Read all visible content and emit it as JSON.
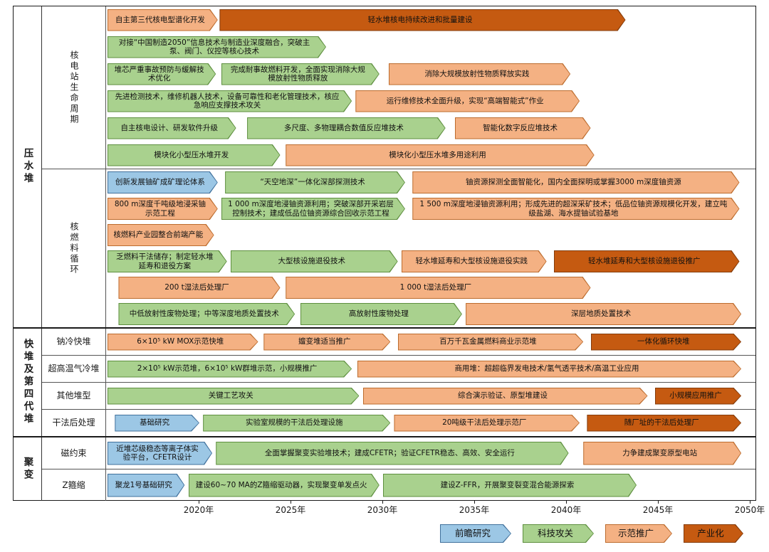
{
  "colors": {
    "research": {
      "fill": "#9CC7E5",
      "border": "#41719C"
    },
    "tech": {
      "fill": "#A9D18E",
      "border": "#5E8F3F"
    },
    "demo": {
      "fill": "#F4B183",
      "border": "#BC6C2E"
    },
    "industry": {
      "fill": "#C55A11",
      "border": "#843C0C"
    }
  },
  "legend": {
    "items": [
      {
        "label": "前瞻研究",
        "type": "research"
      },
      {
        "label": "科技攻关",
        "type": "tech"
      },
      {
        "label": "示范推广",
        "type": "demo"
      },
      {
        "label": "产业化",
        "type": "industry"
      }
    ]
  },
  "axis": {
    "ticks": [
      {
        "label": "2020年",
        "year": 2020
      },
      {
        "label": "2025年",
        "year": 2025
      },
      {
        "label": "2030年",
        "year": 2030
      },
      {
        "label": "2035年",
        "year": 2035
      },
      {
        "label": "2040年",
        "year": 2040
      },
      {
        "label": "2045年",
        "year": 2045
      },
      {
        "label": "2050年",
        "year": 2050
      }
    ]
  },
  "sections": [
    {
      "label": "压水堆",
      "subsections": [
        {
          "label": "核电站生命周期",
          "vertical": true,
          "rows": [
            [
              {
                "type": "demo",
                "start": 2015,
                "end": 2021,
                "text": "自主第三代核电型谱化开发"
              },
              {
                "type": "industry",
                "start": 2021.1,
                "end": 2043.2,
                "text": "轻水堆核电持续改进和批量建设"
              }
            ],
            [
              {
                "type": "tech",
                "start": 2015,
                "end": 2026.9,
                "text": "对接“中国制造2050”信息技术与制造业深度融合，突破主泵、阀门、仪控等核心技术"
              }
            ],
            [
              {
                "type": "tech",
                "start": 2015,
                "end": 2020.9,
                "text": "堆芯严重事故预防与缓解技术优化"
              },
              {
                "type": "tech",
                "start": 2021.2,
                "end": 2029.8,
                "text": "完成耐事故燃料开发，全面实现消除大规模放射性物质释放"
              },
              {
                "type": "demo",
                "start": 2030.3,
                "end": 2040.2,
                "text": "消除大规模放射性物质释放实践"
              }
            ],
            [
              {
                "type": "tech",
                "start": 2015,
                "end": 2028.3,
                "text": "先进检测技术，维修机器人技术，设备可靠性和老化管理技术，核应急响应支撑技术攻关"
              },
              {
                "type": "demo",
                "start": 2028.5,
                "end": 2040.7,
                "text": "运行维修技术全面升级，实现“高端智能式”作业"
              }
            ],
            [
              {
                "type": "tech",
                "start": 2015,
                "end": 2022,
                "text": "自主核电设计、研发软件升级"
              },
              {
                "type": "tech",
                "start": 2022.6,
                "end": 2033.4,
                "text": "多尺度、多物理耦合数值反应堆技术"
              },
              {
                "type": "demo",
                "start": 2033.9,
                "end": 2041.3,
                "text": "智能化数字反应堆技术"
              }
            ],
            [
              {
                "type": "tech",
                "start": 2015,
                "end": 2024.4,
                "text": "模块化小型压水堆开发"
              },
              {
                "type": "demo",
                "start": 2024.7,
                "end": 2041.5,
                "text": "模块化小型压水堆多用途利用"
              }
            ]
          ]
        },
        {
          "label": "核燃料循环",
          "vertical": true,
          "rows": [
            [
              {
                "type": "research",
                "start": 2015,
                "end": 2021,
                "text": "创新发展铀矿成矿理论体系"
              },
              {
                "type": "tech",
                "start": 2021.4,
                "end": 2031.2,
                "text": "“天空地深”一体化深部探测技术"
              },
              {
                "type": "demo",
                "start": 2031.6,
                "end": 2049.4,
                "text": "铀资源探测全面智能化，国内全面探明或掌握3000 m深度铀资源"
              }
            ],
            [
              {
                "type": "demo",
                "start": 2015,
                "end": 2021,
                "text": "800 m深度千吨级地浸采铀示范工程"
              },
              {
                "type": "tech",
                "start": 2021.2,
                "end": 2031.2,
                "text": "1 000 m深度地浸铀资源利用；突破深部开采岩层控制技术；建成低品位铀资源综合回收示范工程"
              },
              {
                "type": "demo",
                "start": 2031.6,
                "end": 2049.4,
                "text": "1 500 m深度地浸铀资源利用；形成先进的超深采矿技术；低品位铀资源规模化开发，建立吨级盐湖、海水提铀试验基地"
              }
            ],
            [
              {
                "type": "demo",
                "start": 2015,
                "end": 2020.8,
                "text": "核燃料产业园整合前端产能"
              }
            ],
            [
              {
                "type": "tech",
                "start": 2015,
                "end": 2021.5,
                "text": "乏燃料干法储存；制定轻水堆延寿和退役方案"
              },
              {
                "type": "tech",
                "start": 2021.7,
                "end": 2030.8,
                "text": "大型核设施退役技术"
              },
              {
                "type": "demo",
                "start": 2031,
                "end": 2038.9,
                "text": "轻水堆延寿和大型核设施退役实践"
              },
              {
                "type": "industry",
                "start": 2039.3,
                "end": 2049.4,
                "text": "轻水堆延寿和大型核设施退役推广"
              }
            ],
            [
              {
                "type": "demo",
                "start": 2015.6,
                "end": 2024.4,
                "text": "200 t湿法后处理厂"
              },
              {
                "type": "demo",
                "start": 2024.7,
                "end": 2041.3,
                "text": "1 000 t湿法后处理厂"
              }
            ],
            [
              {
                "type": "tech",
                "start": 2015.6,
                "end": 2025.2,
                "text": "中低放射性废物处理；中等深度地质处置技术"
              },
              {
                "type": "tech",
                "start": 2025.5,
                "end": 2034.3,
                "text": "高放射性废物处理"
              },
              {
                "type": "demo",
                "start": 2034.5,
                "end": 2049.5,
                "text": "深层地质处置技术"
              }
            ]
          ]
        }
      ]
    },
    {
      "label": "快堆及第四代堆",
      "subsections": [
        {
          "label": "钠冷快堆",
          "vertical": false,
          "rows": [
            [
              {
                "type": "demo",
                "start": 2015,
                "end": 2023.2,
                "text": "6×10⁵ kW MOX示范快堆"
              },
              {
                "type": "demo",
                "start": 2023.5,
                "end": 2030.4,
                "text": "嬗变堆适当推广"
              },
              {
                "type": "demo",
                "start": 2030.8,
                "end": 2040.9,
                "text": "百万千瓦金属燃料商业示范堆"
              },
              {
                "type": "industry",
                "start": 2041.3,
                "end": 2049.5,
                "text": "一体化循环快堆"
              }
            ]
          ]
        },
        {
          "label": "超高温气冷堆",
          "vertical": false,
          "rows": [
            [
              {
                "type": "tech",
                "start": 2015,
                "end": 2028.3,
                "text": "2×10⁵ kW示范堆，6×10⁵ kW群堆示范，小规模推广"
              },
              {
                "type": "demo",
                "start": 2028.6,
                "end": 2049.5,
                "text": "商用堆：超超临界发电技术/氢气透平技术/高温工业应用"
              }
            ]
          ]
        },
        {
          "label": "其他堆型",
          "vertical": false,
          "rows": [
            [
              {
                "type": "tech",
                "start": 2015,
                "end": 2028.7,
                "text": "关键工艺攻关"
              },
              {
                "type": "demo",
                "start": 2028.9,
                "end": 2044.4,
                "text": "综合演示验证、原型堆建设"
              },
              {
                "type": "industry",
                "start": 2044.8,
                "end": 2049.5,
                "text": "小规模应用推广"
              }
            ]
          ]
        },
        {
          "label": "干法后处理",
          "vertical": false,
          "rows": [
            [
              {
                "type": "research",
                "start": 2015.4,
                "end": 2020,
                "text": "基础研究"
              },
              {
                "type": "tech",
                "start": 2020.2,
                "end": 2030.4,
                "text": "实验室规模的干法后处理设施"
              },
              {
                "type": "demo",
                "start": 2030.6,
                "end": 2040.7,
                "text": "20吨级干法后处理示范厂"
              },
              {
                "type": "industry",
                "start": 2041.1,
                "end": 2049.5,
                "text": "随厂址的干法后处理厂"
              }
            ]
          ]
        }
      ]
    },
    {
      "label": "聚变",
      "subsections": [
        {
          "label": "磁约束",
          "vertical": false,
          "rows": [
            [
              {
                "type": "research",
                "start": 2015,
                "end": 2020.7,
                "text": "近堆芯级稳态等离子体实验平台，CFETR设计"
              },
              {
                "type": "tech",
                "start": 2020.9,
                "end": 2040.1,
                "text": "全面掌握聚变实验堆技术；建成CFETR；验证CFETR稳态、高效、安全运行"
              },
              {
                "type": "demo",
                "start": 2040.9,
                "end": 2049.5,
                "text": "力争建成聚变原型电站"
              }
            ]
          ]
        },
        {
          "label": "Z箍缩",
          "vertical": false,
          "rows": [
            [
              {
                "type": "research",
                "start": 2015,
                "end": 2019.2,
                "text": "聚龙1号基础研究"
              },
              {
                "type": "tech",
                "start": 2019.4,
                "end": 2029.8,
                "text": "建设60~70 MA的Z箍缩驱动器，实现聚变单发点火"
              },
              {
                "type": "tech",
                "start": 2030,
                "end": 2043.8,
                "text": "建设Z-FFR，开展聚变裂变混合能源探索"
              }
            ]
          ]
        }
      ]
    }
  ]
}
